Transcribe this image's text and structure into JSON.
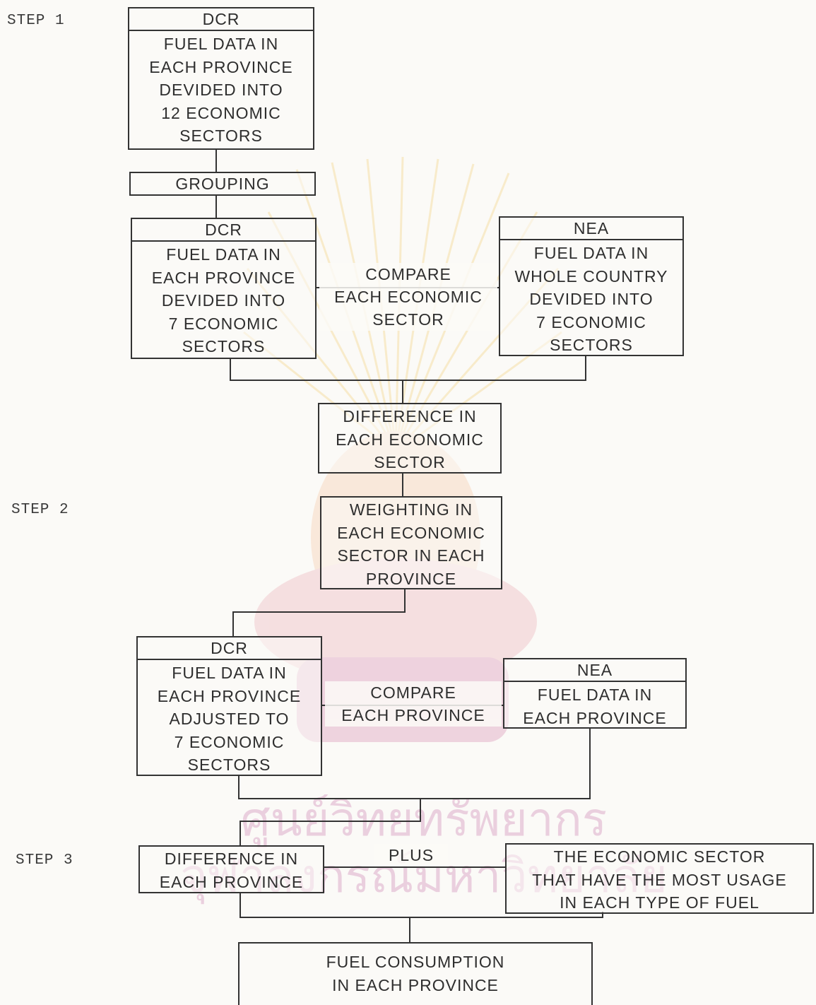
{
  "steps": [
    "STEP 1",
    "STEP 2",
    "STEP 3"
  ],
  "nodes": {
    "dcr_12_sectors": {
      "header": "DCR",
      "lines": [
        "FUEL DATA IN",
        "EACH PROVINCE",
        "DEVIDED INTO",
        "12 ECONOMIC",
        "SECTORS"
      ]
    },
    "grouping": {
      "lines": [
        "GROUPING"
      ]
    },
    "dcr_7_sectors": {
      "header": "DCR",
      "lines": [
        "FUEL DATA IN",
        "EACH PROVINCE",
        "DEVIDED INTO",
        "7 ECONOMIC",
        "SECTORS"
      ]
    },
    "nea_whole_country": {
      "header": "NEA",
      "lines": [
        "FUEL DATA IN",
        "WHOLE COUNTRY",
        "DEVIDED INTO",
        "7 ECONOMIC",
        "SECTORS"
      ]
    },
    "difference_sector": {
      "lines": [
        "DIFFERENCE IN",
        "EACH ECONOMIC",
        "SECTOR"
      ]
    },
    "weighting": {
      "lines": [
        "WEIGHTING IN",
        "EACH ECONOMIC",
        "SECTOR IN EACH",
        "PROVINCE"
      ]
    },
    "dcr_adjusted": {
      "header": "DCR",
      "lines": [
        "FUEL DATA IN",
        "EACH PROVINCE",
        "ADJUSTED TO",
        "7 ECONOMIC",
        "SECTORS"
      ]
    },
    "nea_province": {
      "header": "NEA",
      "lines": [
        "FUEL DATA IN",
        "EACH PROVINCE"
      ]
    },
    "difference_province": {
      "lines": [
        "DIFFERENCE IN",
        "EACH PROVINCE"
      ]
    },
    "most_usage": {
      "lines": [
        "THE ECONOMIC SECTOR",
        "THAT HAVE THE MOST USAGE",
        "IN EACH TYPE OF FUEL"
      ]
    },
    "fuel_consumption": {
      "lines": [
        "FUEL CONSUMPTION",
        "IN EACH PROVINCE"
      ]
    }
  },
  "edge_labels": {
    "compare_sector": [
      "COMPARE",
      "EACH ECONOMIC",
      "SECTOR"
    ],
    "compare_province": [
      "COMPARE",
      "EACH PROVINCE"
    ],
    "plus": [
      "PLUS"
    ]
  },
  "watermark_text": [
    "ศูนย์วิทยทรัพยากร",
    "จุฬาลงกรณ์มหาวิทยาลัย"
  ]
}
